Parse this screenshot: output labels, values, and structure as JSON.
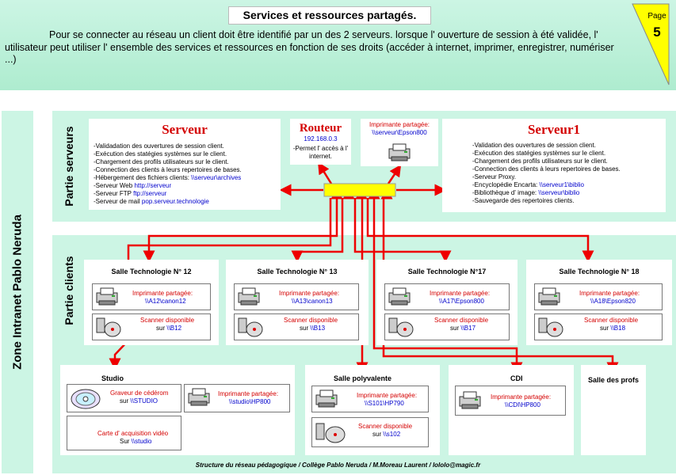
{
  "header": {
    "title": "Services et ressources partagés.",
    "intro": "Pour se connecter au réseau un client doit être identifié par un des 2 serveurs. lorsque l' ouverture de session à été validée, l' utilisateur peut utiliser l' ensemble des services et ressources en fonction de ses droits (accéder à internet, imprimer, enregistrer, numériser ...)",
    "page_label": "Page",
    "page_number": "5"
  },
  "zone_label": "Zone Intranet Pablo Neruda",
  "servers_zone": {
    "label": "Partie serveurs",
    "serveur": {
      "title": "Serveur",
      "lines": [
        "-Validadation des ouvertures de session client.",
        "-Exécution des statégies systèmes sur le client.",
        "-Chargement des profils utilisateurs sur le client.",
        "-Connection des clients à leurs repertoires de bases."
      ],
      "hosting_text": "-Hébergement des fichiers clients: ",
      "hosting_path": "\\\\serveur\\archives",
      "web_text": "-Serveur Web ",
      "web_url": "http://serveur",
      "ftp_text": "-Serveur FTP ",
      "ftp_url": "ftp://serveur",
      "mail_text": "-Serveur de mail ",
      "mail_addr": "pop.serveur.technologie"
    },
    "routeur": {
      "title": "Routeur",
      "ip": "192.168.0.3",
      "desc": "-Permet l' accès à l' internet."
    },
    "shared_printer": {
      "label": "Imprimante partagée:",
      "path": "\\\\serveur\\Epson800"
    },
    "serveur1": {
      "title": "Serveur1",
      "lines": [
        "-Validation des ouvertures de session client.",
        "-Exécution des statégies systèmes sur le client.",
        "-Chargement des profils utilisateurs sur le client.",
        "-Connection des clients à leurs repertoires de bases.",
        "-Serveur Proxy."
      ],
      "encarta_text": "-Encyclopédie Encarta: ",
      "encarta_path": "\\\\serveur1\\biblio",
      "image_text": "-Bibliothèque d' image: ",
      "image_path": "\\\\serveur\\biblio",
      "backup": "-Sauvegarde des repertoires clients."
    }
  },
  "clients_zone": {
    "label": "Partie clients",
    "rooms": [
      {
        "title": "Salle Technologie N° 12",
        "printer_label": "Imprimante partagée:",
        "printer_path": "\\\\A12\\canon12",
        "scanner_label": "Scanner disponible",
        "scanner_on": "sur ",
        "scanner_path": "\\\\B12"
      },
      {
        "title": "Salle Technologie N° 13",
        "printer_label": "Imprimante partagée:",
        "printer_path": "\\\\A13\\canon13",
        "scanner_label": "Scanner disponible",
        "scanner_on": "sur ",
        "scanner_path": "\\\\B13"
      },
      {
        "title": "Salle Technologie N°17",
        "printer_label": "Imprimante partagée:",
        "printer_path": "\\\\A17\\Epson800",
        "scanner_label": "Scanner disponible",
        "scanner_on": "sur ",
        "scanner_path": "\\\\B17"
      },
      {
        "title": "Salle Technologie N° 18",
        "printer_label": "Imprimante partagée:",
        "printer_path": "\\\\A18\\Epson820",
        "scanner_label": "Scanner disponible",
        "scanner_on": "sur ",
        "scanner_path": "\\\\B18"
      }
    ],
    "studio": {
      "title": "Studio",
      "burner_label": "Graveur de cédérom",
      "burner_on": "sur ",
      "burner_path": "\\\\STUDIO",
      "printer_label": "Imprimante partagée:",
      "printer_path": "\\\\studio\\HP800",
      "video_label": "Carte d' acquisition vidéo",
      "video_on": "Sur ",
      "video_path": "\\\\studio"
    },
    "polyvalente": {
      "title": "Salle polyvalente",
      "printer_label": "Imprimante partagée:",
      "printer_path": "\\\\S101\\HP790",
      "scanner_label": "Scanner disponible",
      "scanner_on": "sur ",
      "scanner_path": "\\\\s102"
    },
    "cdi": {
      "title": "CDI",
      "printer_label": "Imprimante partagée:",
      "printer_path": "\\\\CDI\\HP800"
    },
    "profs": {
      "title": "Salle des profs"
    }
  },
  "footer": "Structure du réseau pédagogique / Collège Pablo Neruda / M.Moreau Laurent / lololo@magic.fr",
  "colors": {
    "zone_bg": "#ccf5e4",
    "arrow_red": "#ee0000",
    "hub_yellow": "#ffff00",
    "badge_yellow": "#ffff00",
    "link_blue": "#0000cc",
    "title_red": "#d40000"
  },
  "icons": [
    "printer-icon",
    "scanner-icon",
    "cdrom-icon",
    "hub-icon"
  ]
}
